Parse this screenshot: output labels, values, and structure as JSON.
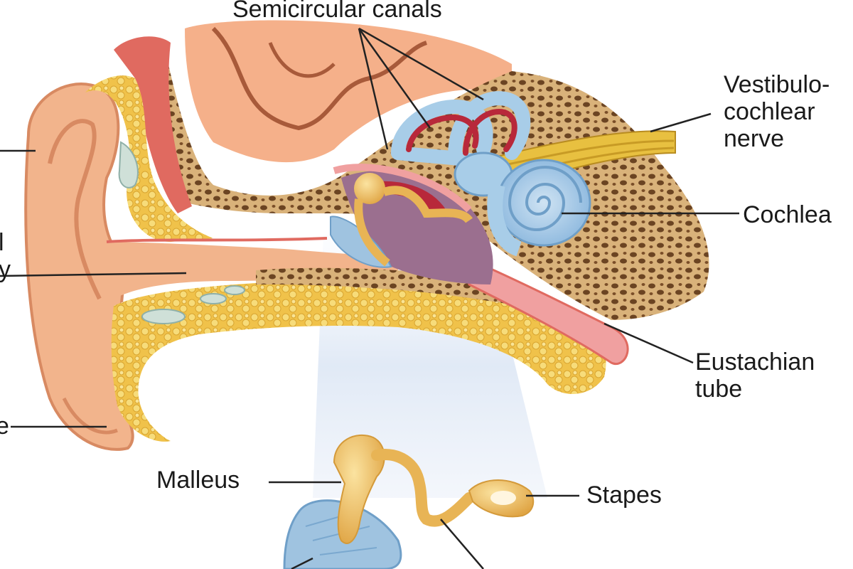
{
  "labels": {
    "semicircular_canals": "Semicircular canals",
    "vestibulocochlear_nerve": [
      "Vestibulo-",
      "cochlear",
      "nerve"
    ],
    "cochlea": "Cochlea",
    "eustachian_tube": [
      "Eustachian",
      "tube"
    ],
    "auditory_canal_partial": [
      "l",
      "y"
    ],
    "lobe_partial": "e",
    "malleus": "Malleus",
    "stapes": "Stapes"
  },
  "colors": {
    "skin": "#f2b48c",
    "skin_dark": "#e0946a",
    "bone": "#d9b27a",
    "bone_dark": "#8a5a2e",
    "fat": "#f2cc55",
    "brain": "#f5b08a",
    "inner_ear": "#a8cde8",
    "inner_ear_dark": "#6f9fc8",
    "ossicle": "#f2c46a",
    "nerve": "#e8c040",
    "blood_red": "#b8283a",
    "middle_ear": "#9b6f8f",
    "membrane": "#9fc3e0",
    "leader_line": "#222222",
    "spotlight": "#dfe8f5"
  }
}
